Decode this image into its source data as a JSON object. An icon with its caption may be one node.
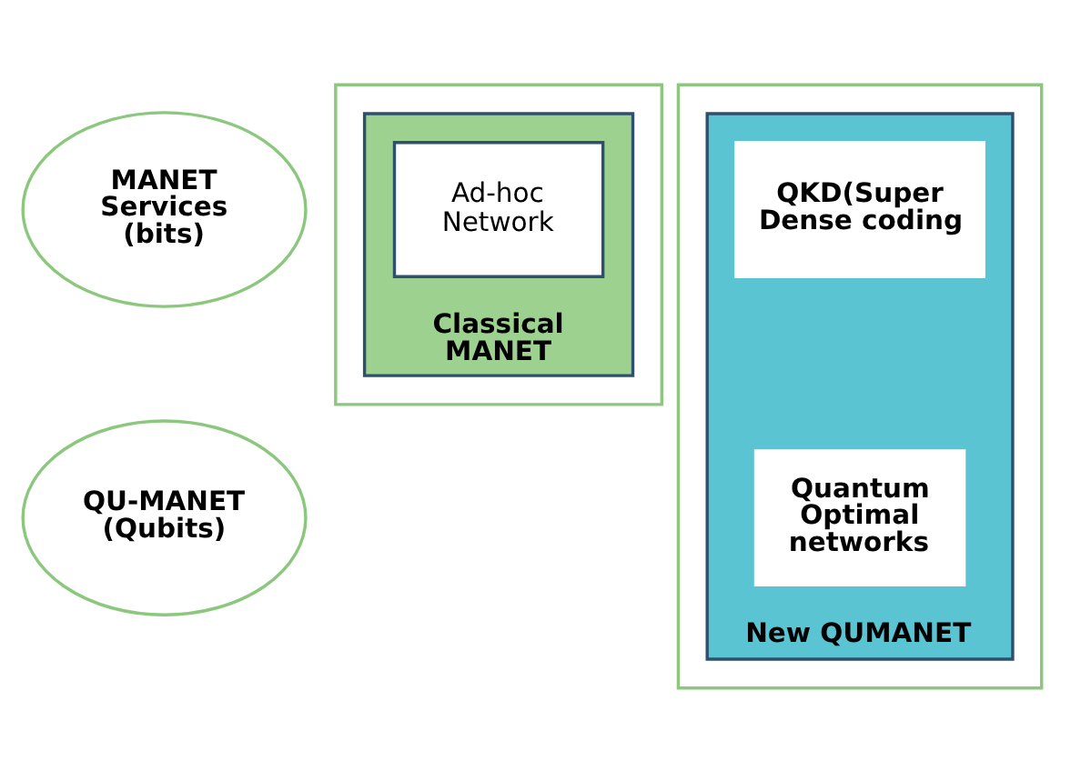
{
  "diagram": {
    "nodes": [
      {
        "text": [
          "MANET Services (bits)"
        ]
      },
      {
        "text": [
          "QU-MANET (Qubits)"
        ]
      },
      {
        "text": [],
        "shape": "box"
      },
      {
        "text": [
          "Classical MANET"
        ],
        "in": 2
      },
      {
        "text": [
          "Ad-hoc Network"
        ],
        "in": 3
      },
      {
        "text": [],
        "shape": "box"
      },
      {
        "text": [
          "New QUMANET"
        ],
        "in": 5
      },
      {
        "text": [
          "QKD(Super Dense coding"
        ],
        "in": 6
      },
      {
        "text": [
          "Quantum Optimal networks"
        ],
        "in": 6
      }
    ],
    "edges": []
  }
}
